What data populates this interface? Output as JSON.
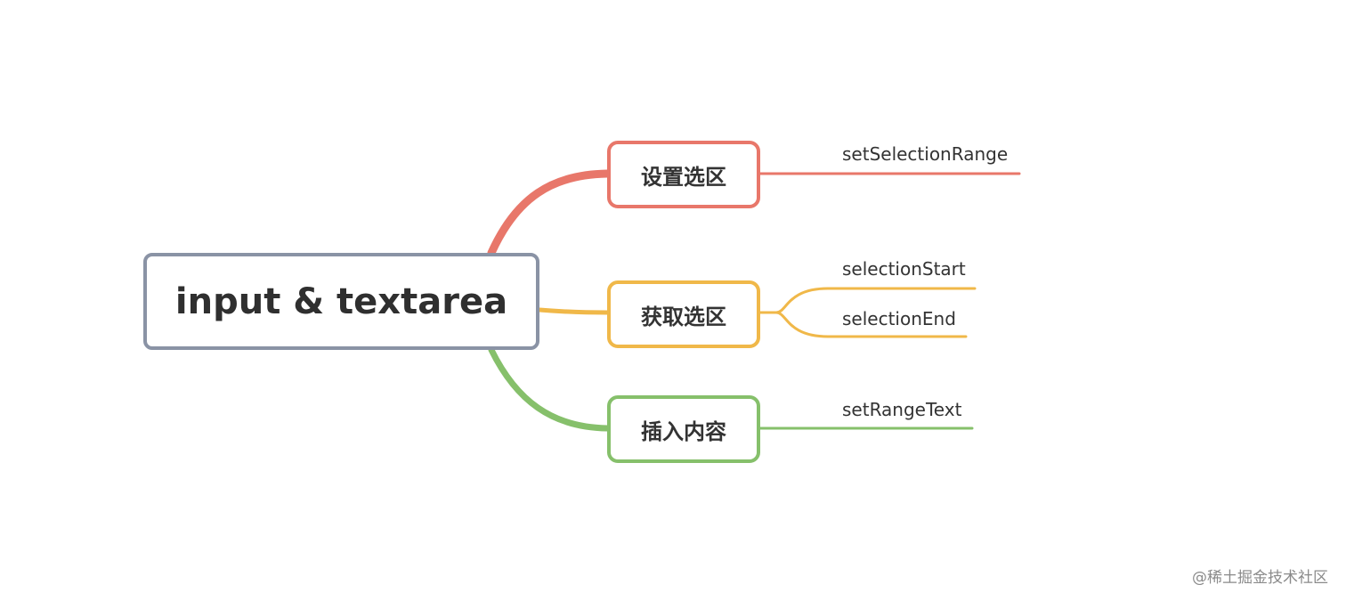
{
  "colors": {
    "root_border": "#8a93a5",
    "red": "#e8776a",
    "yellow": "#f0b849",
    "green": "#86c06b"
  },
  "root": {
    "label": "input & textarea"
  },
  "branches": [
    {
      "label": "设置选区",
      "color": "#e8776a"
    },
    {
      "label": "获取选区",
      "color": "#f0b849"
    },
    {
      "label": "插入内容",
      "color": "#86c06b"
    }
  ],
  "leaves": [
    {
      "label": "setSelectionRange",
      "branch": 0
    },
    {
      "label": "selectionStart",
      "branch": 1
    },
    {
      "label": "selectionEnd",
      "branch": 1
    },
    {
      "label": "setRangeText",
      "branch": 2
    }
  ],
  "watermark": "@稀土掘金技术社区"
}
